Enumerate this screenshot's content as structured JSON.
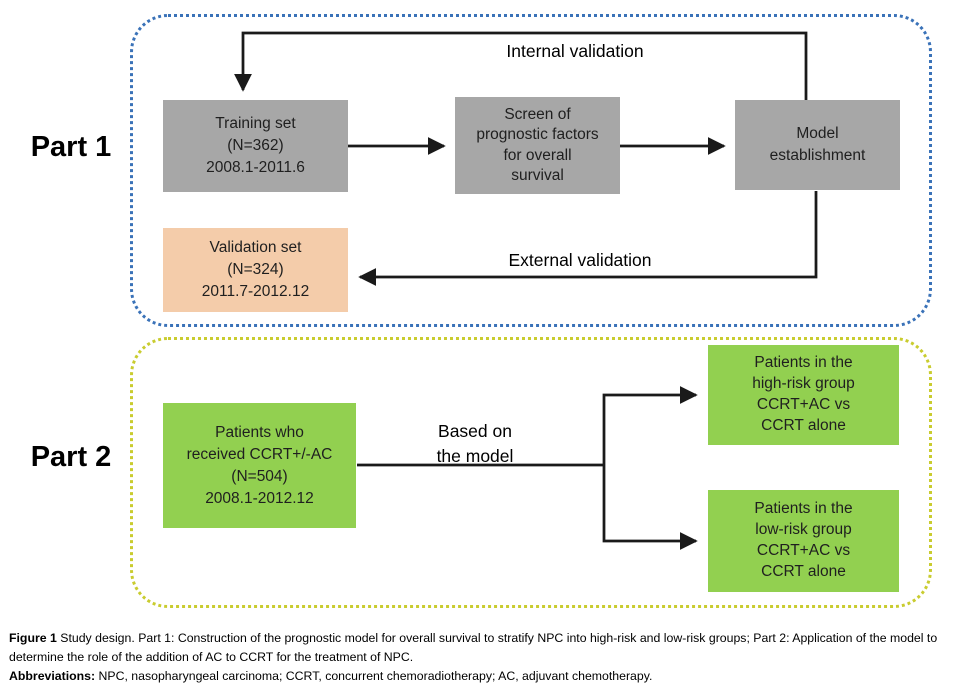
{
  "colors": {
    "part1_frame_border": "#3a72b8",
    "part2_frame_border": "#c9cc2f",
    "gray_box": "#a7a7a7",
    "tan_box": "#f4ccaa",
    "green_box": "#92d050",
    "arrow": "#1a1a1a",
    "background": "#ffffff"
  },
  "diagram": {
    "part1": {
      "label": "Part 1",
      "internal_validation_label": "Internal validation",
      "external_validation_label": "External validation",
      "boxes": {
        "training": "Training set\n(N=362)\n2008.1-2011.6",
        "screen": "Screen of\nprognostic factors\nfor overall\nsurvival",
        "model": "Model\nestablishment",
        "validation": "Validation set\n(N=324)\n2011.7-2012.12"
      }
    },
    "part2": {
      "label": "Part 2",
      "based_on_label": "Based on\nthe model",
      "boxes": {
        "patients": "Patients who\nreceived CCRT+/-AC\n(N=504)\n2008.1-2012.12",
        "high_risk": "Patients in the\nhigh-risk group\nCCRT+AC vs\nCCRT alone",
        "low_risk": "Patients in the\nlow-risk group\nCCRT+AC vs\nCCRT alone"
      }
    }
  },
  "caption": {
    "figure_label": "Figure 1",
    "figure_text": " Study design. Part 1: Construction of the prognostic model for overall survival to stratify NPC into high-risk and low-risk groups; Part 2: Application of the model to determine the role of the addition of AC to CCRT for the treatment of NPC.",
    "abbreviations_label": "Abbreviations:",
    "abbreviations_text": " NPC, nasopharyngeal carcinoma; CCRT, concurrent chemoradiotherapy; AC, adjuvant chemotherapy."
  }
}
